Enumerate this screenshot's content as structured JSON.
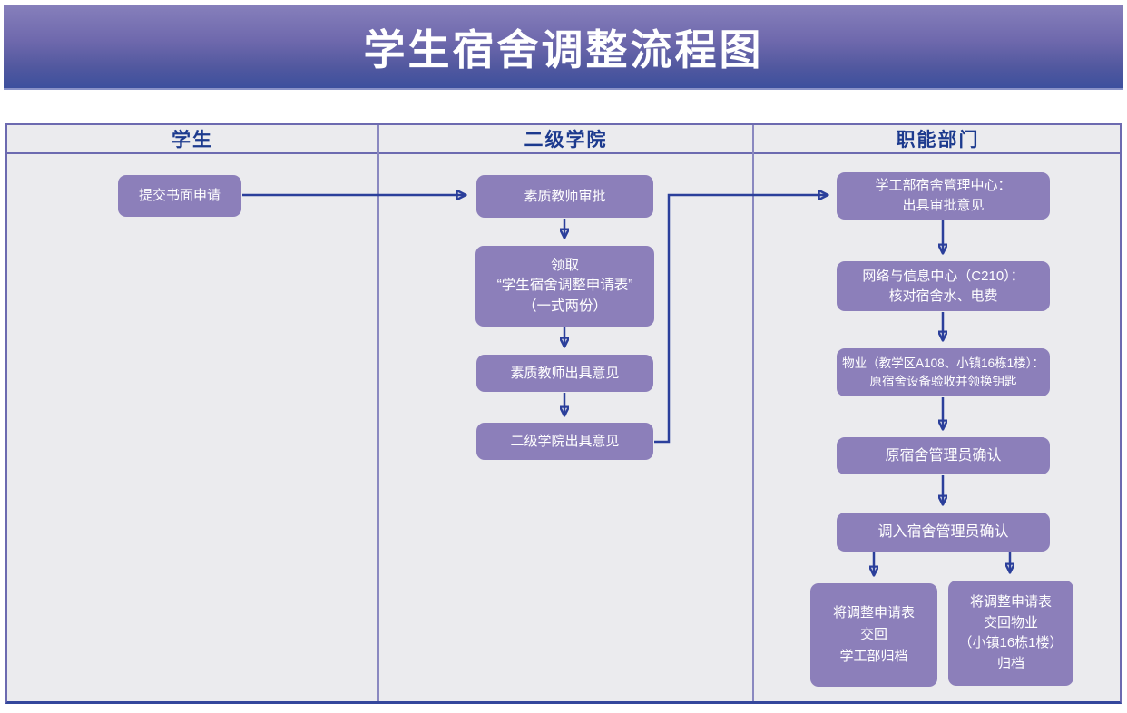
{
  "title": "学生宿舍调整流程图",
  "colors": {
    "banner_top": "#867fbb",
    "banner_bottom": "#3d509e",
    "lane_background": "#ebebee",
    "lane_border": "#6c6ab0",
    "header_text": "#1c3a8e",
    "node_fill": "#8c7fba",
    "node_text": "#ffffff",
    "arrow": "#2b3f9b"
  },
  "columns": [
    {
      "header": "学生"
    },
    {
      "header": "二级学院"
    },
    {
      "header": "职能部门"
    }
  ],
  "nodes": {
    "submit-application": {
      "lane": "学生",
      "text": "提交书面申请"
    },
    "quality-teacher-approval": {
      "lane": "二级学院",
      "text": "素质教师审批"
    },
    "collect-form": {
      "lane": "二级学院",
      "text": "领取\n“学生宿舍调整申请表”\n（一式两份）"
    },
    "quality-teacher-opinion": {
      "lane": "二级学院",
      "text": "素质教师出具意见"
    },
    "college-opinion": {
      "lane": "二级学院",
      "text": "二级学院出具意见"
    },
    "dorm-center-approval": {
      "lane": "职能部门",
      "text": "学工部宿舍管理中心：\n出具审批意见"
    },
    "network-center-check": {
      "lane": "职能部门",
      "text": "网络与信息中心（C210）：\n核对宿舍水、电费"
    },
    "property-inspection": {
      "lane": "职能部门",
      "text": "物业（教学区A108、小镇16栋1楼）：\n原宿舍设备验收并领换钥匙"
    },
    "original-manager-confirm": {
      "lane": "职能部门",
      "text": "原宿舍管理员确认"
    },
    "incoming-manager-confirm": {
      "lane": "职能部门",
      "text": "调入宿舍管理员确认"
    },
    "return-form-student-affairs": {
      "lane": "职能部门",
      "text": "将调整申请表\n交回\n学工部归档"
    },
    "return-form-property": {
      "lane": "职能部门",
      "text": "将调整申请表\n交回物业\n（小镇16栋1楼）\n归档"
    }
  },
  "edges": [
    {
      "from": "submit-application",
      "to": "quality-teacher-approval"
    },
    {
      "from": "quality-teacher-approval",
      "to": "collect-form"
    },
    {
      "from": "collect-form",
      "to": "quality-teacher-opinion"
    },
    {
      "from": "quality-teacher-opinion",
      "to": "college-opinion"
    },
    {
      "from": "college-opinion",
      "to": "dorm-center-approval"
    },
    {
      "from": "dorm-center-approval",
      "to": "network-center-check"
    },
    {
      "from": "network-center-check",
      "to": "property-inspection"
    },
    {
      "from": "property-inspection",
      "to": "original-manager-confirm"
    },
    {
      "from": "original-manager-confirm",
      "to": "incoming-manager-confirm"
    },
    {
      "from": "incoming-manager-confirm",
      "to": "return-form-student-affairs"
    },
    {
      "from": "incoming-manager-confirm",
      "to": "return-form-property"
    }
  ]
}
